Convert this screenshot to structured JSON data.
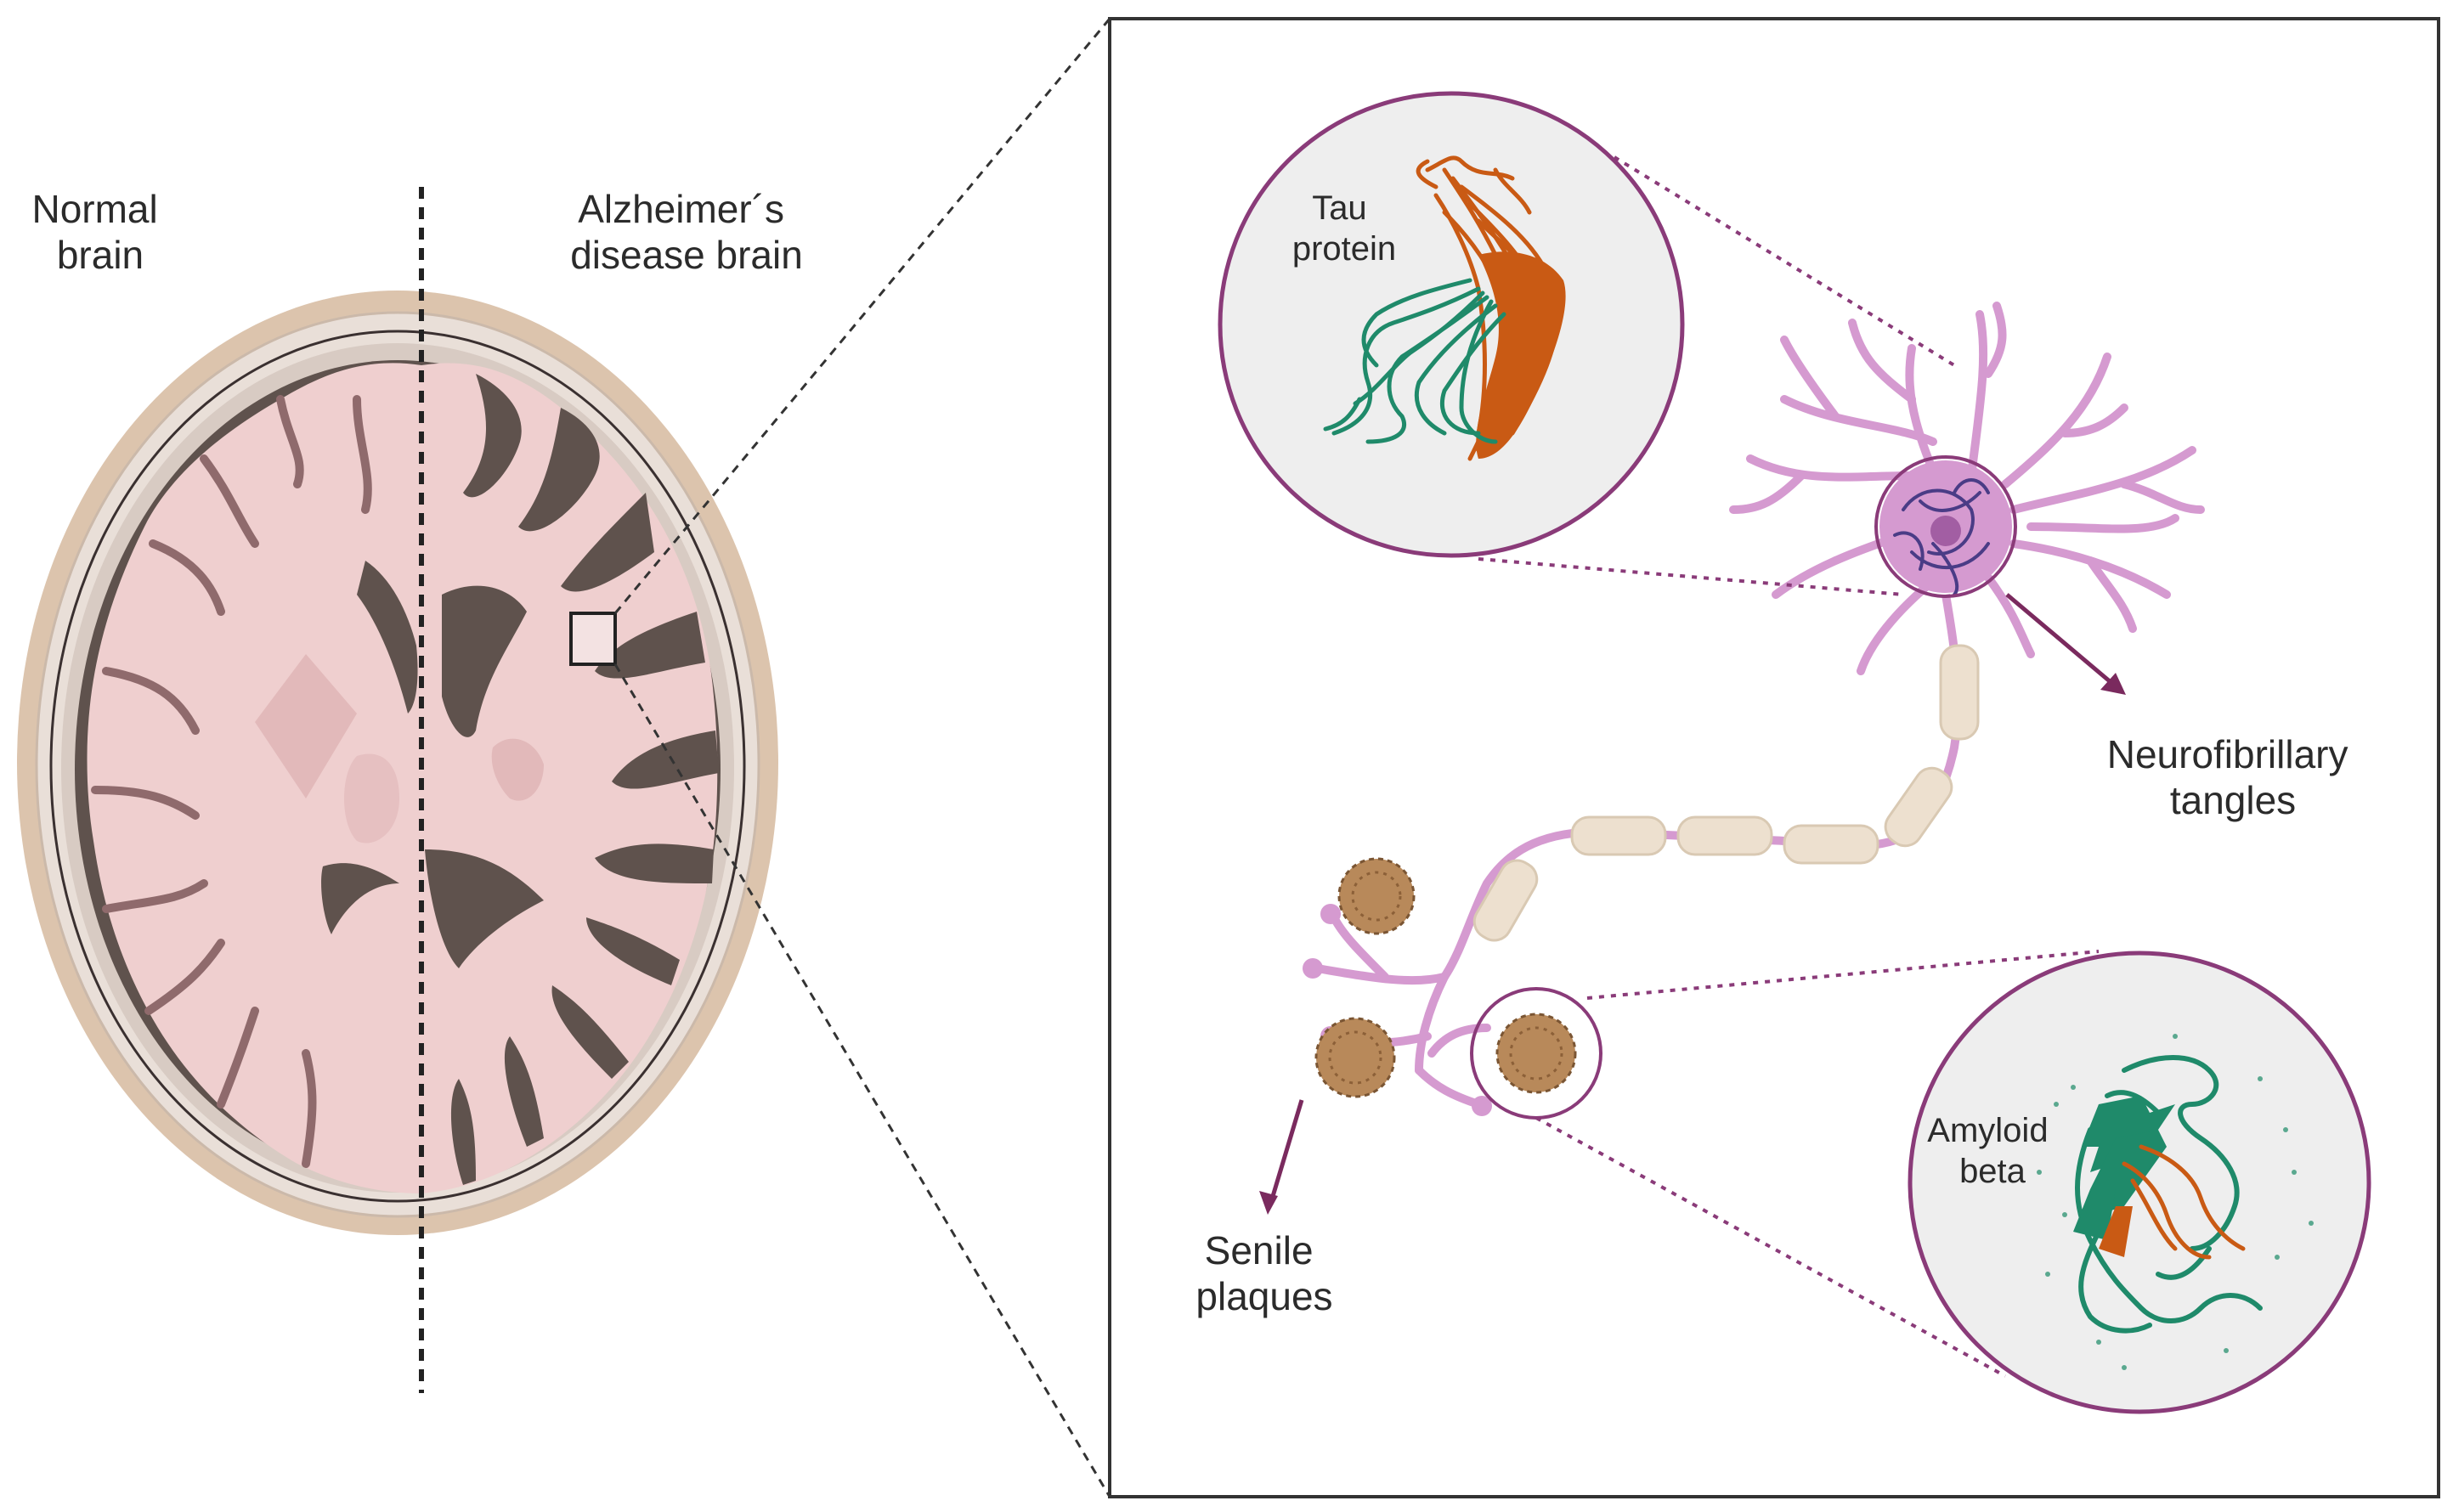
{
  "labels": {
    "normal_brain": [
      "Normal",
      "brain"
    ],
    "alzheimer_brain": [
      "Alzheimer´s",
      "disease brain"
    ],
    "tau_protein": [
      "Tau",
      "protein"
    ],
    "neurofibrillary_tangles": [
      "Neurofibrillary",
      "tangles"
    ],
    "senile_plaques": [
      "Senile",
      "plaques"
    ],
    "amyloid_beta": [
      "Amyloid",
      "beta"
    ]
  },
  "colors": {
    "skull": "#dcc4ad",
    "dark_tissue": "#5f524d",
    "brain_tissue": "#efcfcf",
    "brain_deep": "#e2b9ba",
    "neuron": "#d59ad0",
    "myelin": "#ede0cf",
    "outline": "#8a3b79",
    "tau_orange": "#c95a14",
    "tau_green": "#1f8a6a",
    "plaque": "#a67c52",
    "zoom_fill": "#eeeeee"
  }
}
